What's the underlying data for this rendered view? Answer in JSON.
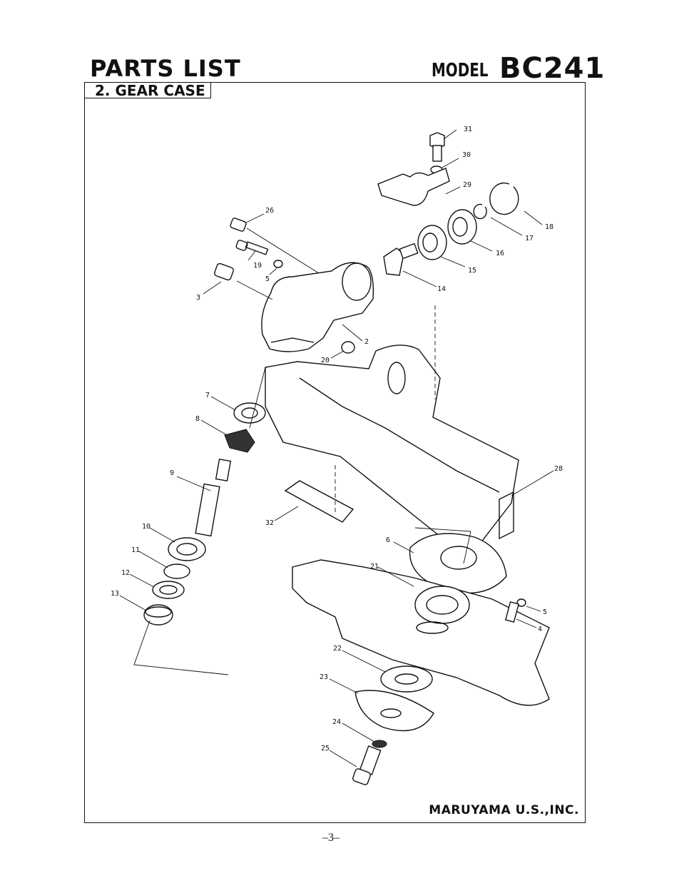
{
  "header": {
    "title": "PARTS LIST",
    "model_label": "MODEL",
    "model_number": "BC241"
  },
  "section": {
    "title": "2. GEAR CASE"
  },
  "footer": {
    "company": "MARUYAMA U.S.,INC.",
    "page_number": "–3–"
  },
  "callouts": [
    "31",
    "30",
    "29",
    "18",
    "26",
    "17",
    "16",
    "19",
    "15",
    "5",
    "14",
    "3",
    "2",
    "20",
    "7",
    "8",
    "28",
    "9",
    "32",
    "6",
    "10",
    "21",
    "11",
    "12",
    "5",
    "13",
    "4",
    "22",
    "23",
    "24",
    "25"
  ]
}
